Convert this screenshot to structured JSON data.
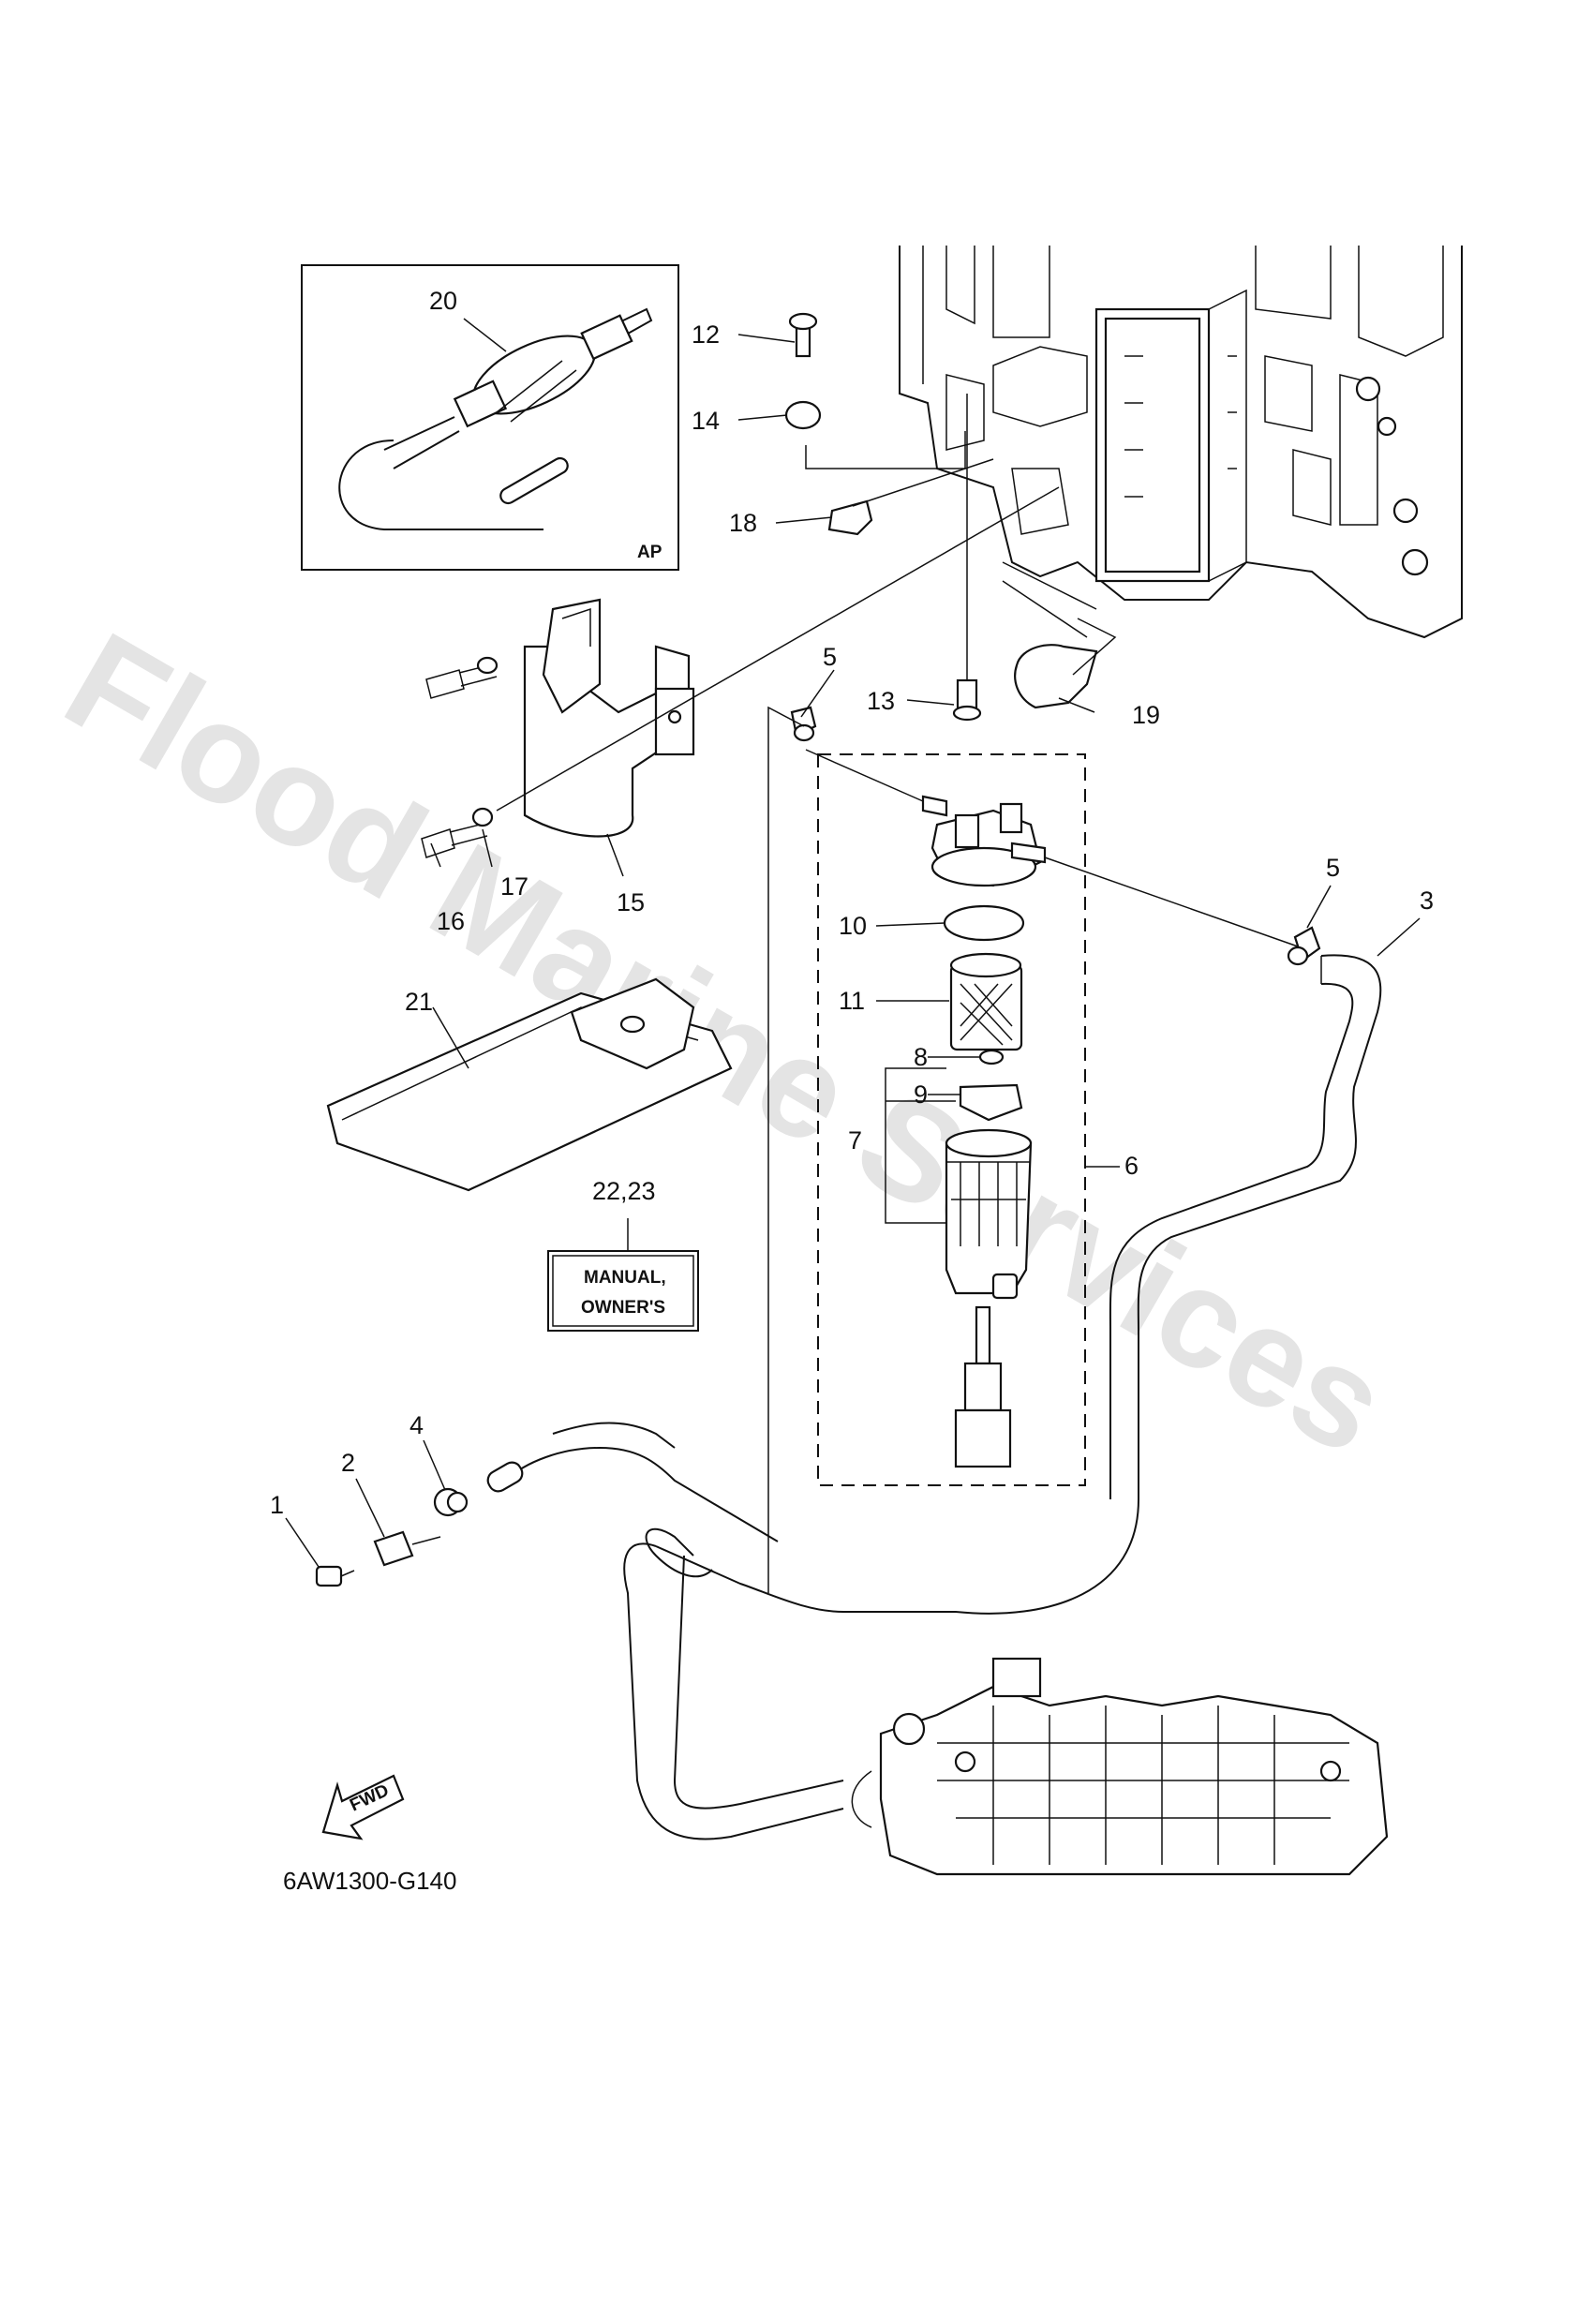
{
  "diagram": {
    "watermark": "Flood Marine Services",
    "diagram_code": "6AW1300-G140",
    "inset_tag": "AP",
    "fwd_label": "FWD",
    "manual_label_line1": "MANUAL,",
    "manual_label_line2": "OWNER'S",
    "callouts": {
      "c1": "1",
      "c2": "2",
      "c3": "3",
      "c4": "4",
      "c5a": "5",
      "c5b": "5",
      "c6": "6",
      "c7": "7",
      "c8": "8",
      "c9": "9",
      "c10": "10",
      "c11": "11",
      "c12": "12",
      "c13": "13",
      "c14": "14",
      "c15": "15",
      "c16": "16",
      "c17": "17",
      "c18": "18",
      "c19": "19",
      "c20": "20",
      "c21": "21",
      "c2223": "22,23"
    }
  }
}
